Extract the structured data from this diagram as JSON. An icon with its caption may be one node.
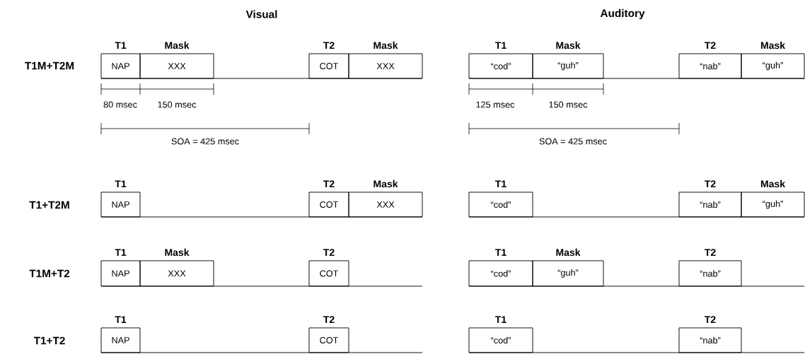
{
  "diagram": {
    "nodes": [
      {
        "text": [
          "T1",
          "NAP"
        ]
      },
      {
        "text": [
          "Mask",
          "XXX"
        ]
      },
      {
        "text": [
          "T2",
          "COT"
        ]
      },
      {
        "text": [
          "Mask",
          "XXX"
        ]
      },
      {
        "text": [
          "T1",
          "“cod”"
        ]
      },
      {
        "text": [
          "Mask",
          "“guh”"
        ]
      },
      {
        "text": [
          "T2",
          "“nab”"
        ]
      },
      {
        "text": [
          "Mask",
          "“guh”"
        ]
      },
      {
        "text": [
          "T1",
          "NAP"
        ]
      },
      {
        "text": [
          "T2",
          "COT"
        ]
      },
      {
        "text": [
          "Mask",
          "XXX"
        ]
      },
      {
        "text": [
          "T1",
          "“cod”"
        ]
      },
      {
        "text": [
          "T2",
          "“nab”"
        ]
      },
      {
        "text": [
          "Mask",
          "“guh”"
        ]
      },
      {
        "text": [
          "T1",
          "NAP"
        ]
      },
      {
        "text": [
          "Mask",
          "XXX"
        ]
      },
      {
        "text": [
          "T2",
          "COT"
        ]
      },
      {
        "text": [
          "T1",
          "“cod”"
        ]
      },
      {
        "text": [
          "Mask",
          "“guh”"
        ]
      },
      {
        "text": [
          "T2",
          "“nab”"
        ]
      },
      {
        "text": [
          "T1",
          "NAP"
        ]
      },
      {
        "text": [
          "T2",
          "COT"
        ]
      },
      {
        "text": [
          "T1",
          "“cod”"
        ]
      },
      {
        "text": [
          "T2",
          "“nab”"
        ]
      }
    ],
    "labels": [
      "Visual",
      "Auditory",
      "T1M+T2M",
      "80 msec",
      "150 msec",
      "125 msec",
      "150 msec",
      "SOA = 425 msec",
      "SOA = 425 msec",
      "T1+T2M",
      "T1M+T2",
      "T1+T2"
    ]
  }
}
